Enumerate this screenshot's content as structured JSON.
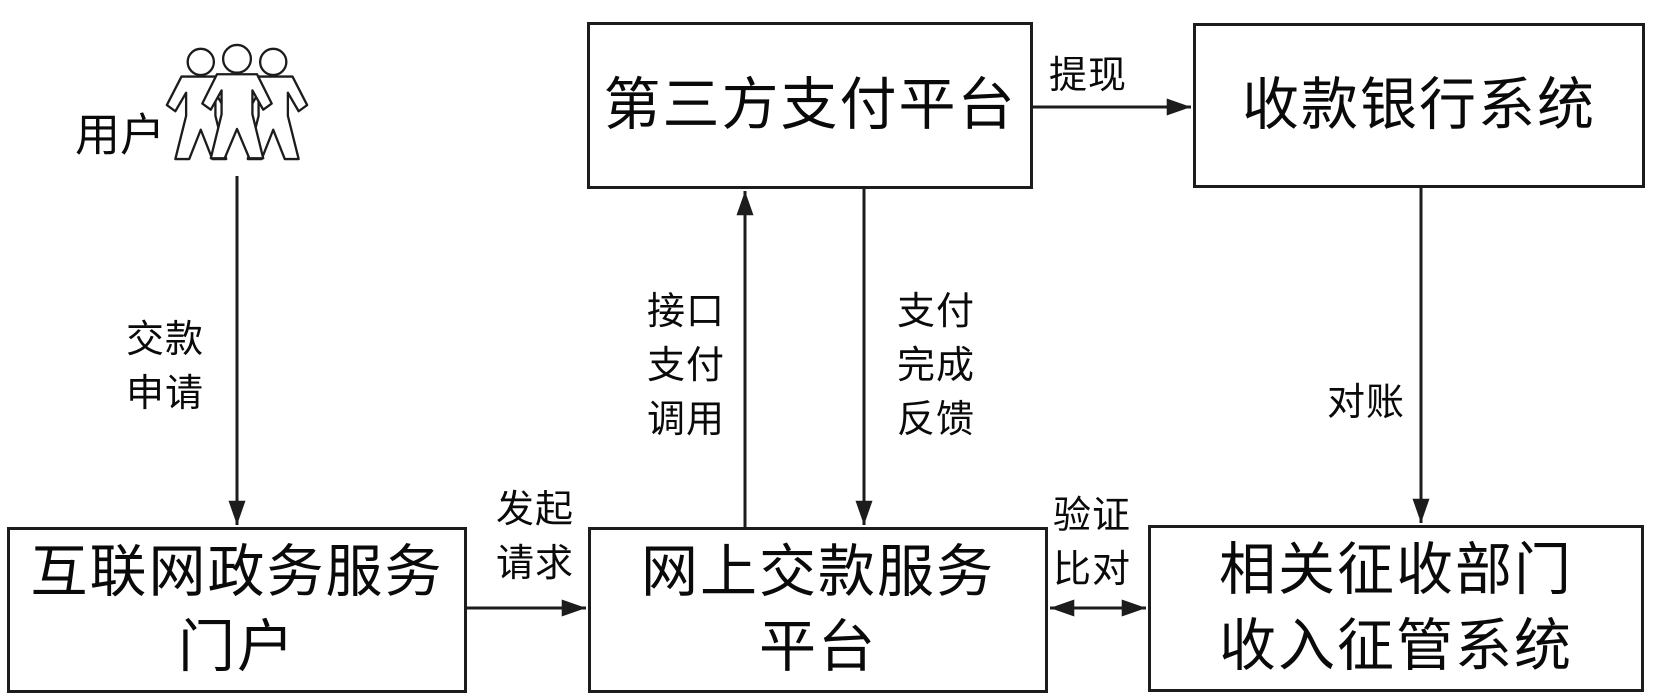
{
  "diagram": {
    "user_label": "用户",
    "nodes": {
      "third_party": "第三方支付平台",
      "bank": "收款银行系统",
      "portal": "互联网政务服务\n门户",
      "online_payment": "网上交款服务\n平台",
      "collection": "相关征收部门\n收入征管系统"
    },
    "edges": {
      "payment_request": "交款\n申请",
      "initiate_request": "发起\n请求",
      "interface_call": "接口\n支付\n调用",
      "payment_feedback": "支付\n完成\n反馈",
      "withdraw": "提现",
      "reconciliation": "对账",
      "verify_compare": "验证\n比对"
    },
    "colors": {
      "line": "#1c1c1c",
      "background": "#ffffff",
      "text": "#0a0a0a"
    }
  }
}
